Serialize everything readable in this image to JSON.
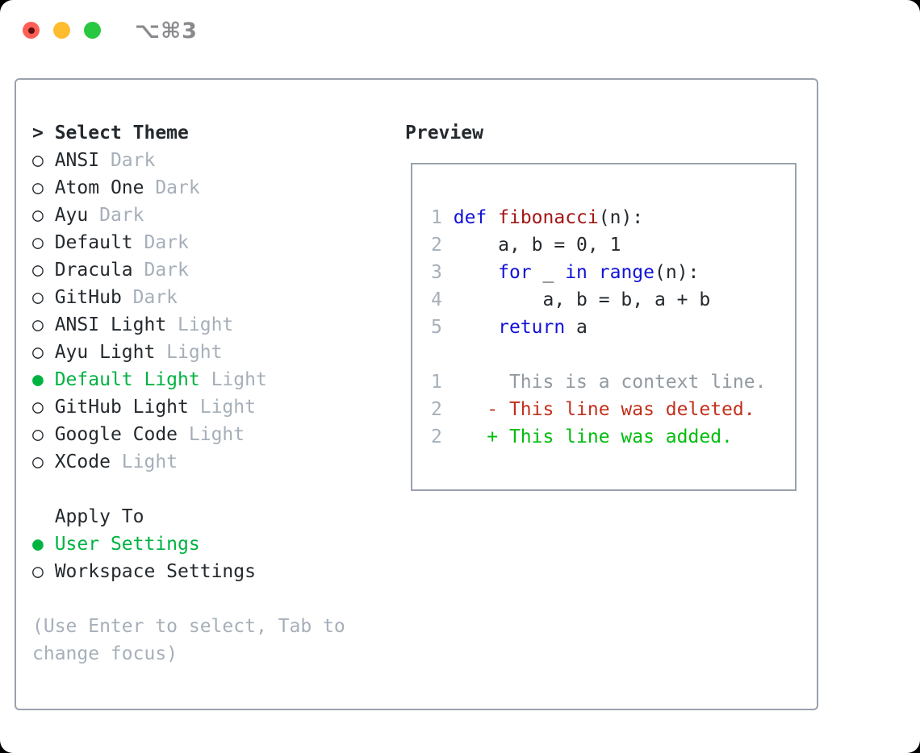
{
  "window": {
    "title": "⌥⌘3",
    "traffic_lights": [
      {
        "name": "close",
        "color": "#ff5f57",
        "has_dot": true
      },
      {
        "name": "minimize",
        "color": "#febc2e",
        "has_dot": false
      },
      {
        "name": "zoom",
        "color": "#28c840",
        "has_dot": false
      }
    ]
  },
  "theme_picker": {
    "header_prefix": "> ",
    "header": "Select Theme",
    "items": [
      {
        "name": "ANSI",
        "variant": "Dark",
        "selected": false
      },
      {
        "name": "Atom One",
        "variant": "Dark",
        "selected": false
      },
      {
        "name": "Ayu",
        "variant": "Dark",
        "selected": false
      },
      {
        "name": "Default",
        "variant": "Dark",
        "selected": false
      },
      {
        "name": "Dracula",
        "variant": "Dark",
        "selected": false
      },
      {
        "name": "GitHub",
        "variant": "Dark",
        "selected": false
      },
      {
        "name": "ANSI Light",
        "variant": "Light",
        "selected": false
      },
      {
        "name": "Ayu Light",
        "variant": "Light",
        "selected": false
      },
      {
        "name": "Default Light",
        "variant": "Light",
        "selected": true
      },
      {
        "name": "GitHub Light",
        "variant": "Light",
        "selected": false
      },
      {
        "name": "Google Code",
        "variant": "Light",
        "selected": false
      },
      {
        "name": "XCode",
        "variant": "Light",
        "selected": false
      }
    ],
    "bullet_unselected": "○ ",
    "bullet_selected": "● "
  },
  "apply_to": {
    "header": "Apply To",
    "options": [
      {
        "label": "User Settings",
        "selected": true
      },
      {
        "label": "Workspace Settings",
        "selected": false
      }
    ]
  },
  "hint": "(Use Enter to select, Tab to change focus)",
  "preview": {
    "header": "Preview",
    "code_lines": [
      {
        "num": "1",
        "segments": [
          {
            "t": " ",
            "c": "pl"
          },
          {
            "t": "def",
            "c": "kw"
          },
          {
            "t": " ",
            "c": "pl"
          },
          {
            "t": "fibonacci",
            "c": "fn"
          },
          {
            "t": "(n):",
            "c": "pl"
          }
        ]
      },
      {
        "num": "2",
        "segments": [
          {
            "t": "     a, b = 0, 1",
            "c": "pl"
          }
        ]
      },
      {
        "num": "3",
        "segments": [
          {
            "t": "     ",
            "c": "pl"
          },
          {
            "t": "for",
            "c": "kw"
          },
          {
            "t": " _ ",
            "c": "pl"
          },
          {
            "t": "in",
            "c": "kw"
          },
          {
            "t": " ",
            "c": "pl"
          },
          {
            "t": "range",
            "c": "kw"
          },
          {
            "t": "(n):",
            "c": "pl"
          }
        ]
      },
      {
        "num": "4",
        "segments": [
          {
            "t": "         a, b = b, a + b",
            "c": "pl"
          }
        ]
      },
      {
        "num": "5",
        "segments": [
          {
            "t": "     ",
            "c": "pl"
          },
          {
            "t": "return",
            "c": "kw"
          },
          {
            "t": " a",
            "c": "pl"
          }
        ]
      }
    ],
    "diff_lines": [
      {
        "num": "1",
        "text": "      This is a context line.",
        "type": "ctx"
      },
      {
        "num": "2",
        "text": "    - This line was deleted.",
        "type": "del"
      },
      {
        "num": "2",
        "text": "    + This line was added.",
        "type": "add"
      }
    ]
  },
  "colors": {
    "text_dark": "#24292e",
    "muted_gray": "#a6afb9",
    "context_gray": "#9199a1",
    "border_gray": "#9aa2ad",
    "accent_green": "#00b341",
    "added_green": "#00bd0c",
    "deleted_red": "#c2301c",
    "keyword_blue": "#1212d8",
    "function_red": "#a31515",
    "title_gray": "#8a8a8e",
    "tl_red": "#ff5f57",
    "tl_red_dot": "#5c120c",
    "tl_yellow": "#febc2e",
    "tl_green": "#28c840"
  }
}
